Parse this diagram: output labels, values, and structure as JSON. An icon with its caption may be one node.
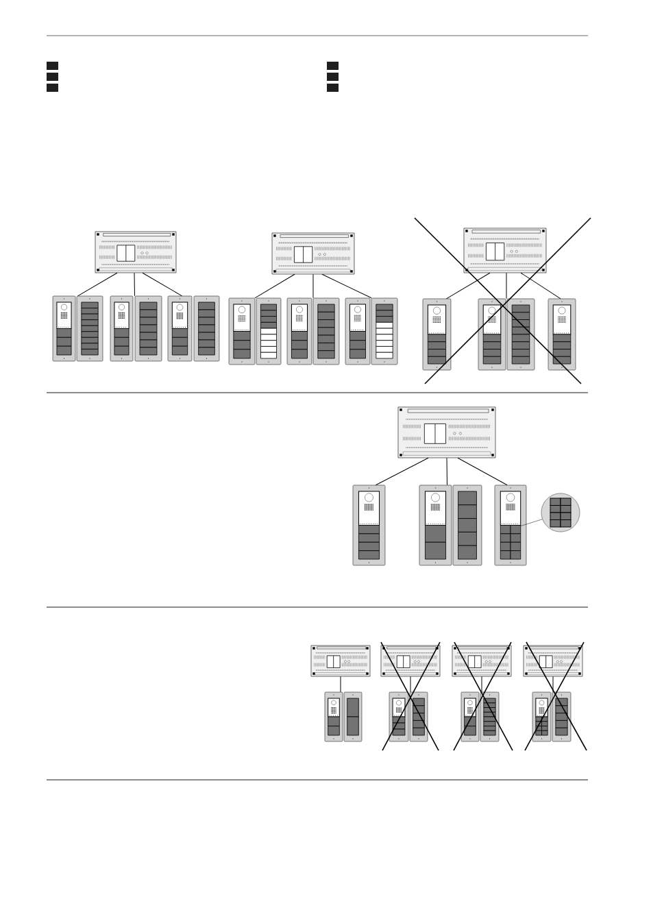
{
  "diagram": {
    "nodes": [
      {
        "text": [],
        "shape": "box"
      },
      {
        "text": [],
        "shape": "panel"
      },
      {
        "text": [],
        "shape": "panel"
      },
      {
        "text": [],
        "shape": "panel"
      },
      {
        "text": [],
        "shape": "box"
      },
      {
        "text": [],
        "shape": "panel"
      },
      {
        "text": [],
        "shape": "panel"
      },
      {
        "text": [],
        "shape": "panel"
      },
      {
        "text": [],
        "shape": "box"
      },
      {
        "text": [],
        "shape": "panel"
      },
      {
        "text": [],
        "shape": "panel"
      },
      {
        "text": [],
        "shape": "panel"
      },
      {
        "text": [],
        "shape": "box"
      },
      {
        "text": [],
        "shape": "panel"
      },
      {
        "text": [],
        "shape": "panel"
      },
      {
        "text": [],
        "shape": "panel"
      },
      {
        "text": [],
        "shape": "circle"
      },
      {
        "text": [],
        "shape": "box"
      },
      {
        "text": [],
        "shape": "panel"
      },
      {
        "text": [],
        "shape": "box"
      },
      {
        "text": [],
        "shape": "panel"
      },
      {
        "text": [],
        "shape": "box"
      },
      {
        "text": [],
        "shape": "panel"
      },
      {
        "text": [],
        "shape": "box"
      },
      {
        "text": [],
        "shape": "panel"
      }
    ],
    "edges": [
      {
        "from": 0,
        "to": 1,
        "arrow": "none"
      },
      {
        "from": 0,
        "to": 2,
        "arrow": "none"
      },
      {
        "from": 0,
        "to": 3,
        "arrow": "none"
      },
      {
        "from": 4,
        "to": 5,
        "arrow": "none"
      },
      {
        "from": 4,
        "to": 6,
        "arrow": "none"
      },
      {
        "from": 4,
        "to": 7,
        "arrow": "none"
      },
      {
        "from": 8,
        "to": 9,
        "arrow": "none"
      },
      {
        "from": 8,
        "to": 10,
        "arrow": "none"
      },
      {
        "from": 8,
        "to": 11,
        "arrow": "none"
      },
      {
        "from": 12,
        "to": 13,
        "arrow": "none"
      },
      {
        "from": 12,
        "to": 14,
        "arrow": "none"
      },
      {
        "from": 12,
        "to": 15,
        "arrow": "none"
      },
      {
        "from": 15,
        "to": 16,
        "arrow": "none"
      },
      {
        "from": 17,
        "to": 18,
        "arrow": "none"
      },
      {
        "from": 19,
        "to": 20,
        "arrow": "none"
      },
      {
        "from": 21,
        "to": 22,
        "arrow": "none"
      },
      {
        "from": 23,
        "to": 24,
        "arrow": "none"
      }
    ]
  }
}
